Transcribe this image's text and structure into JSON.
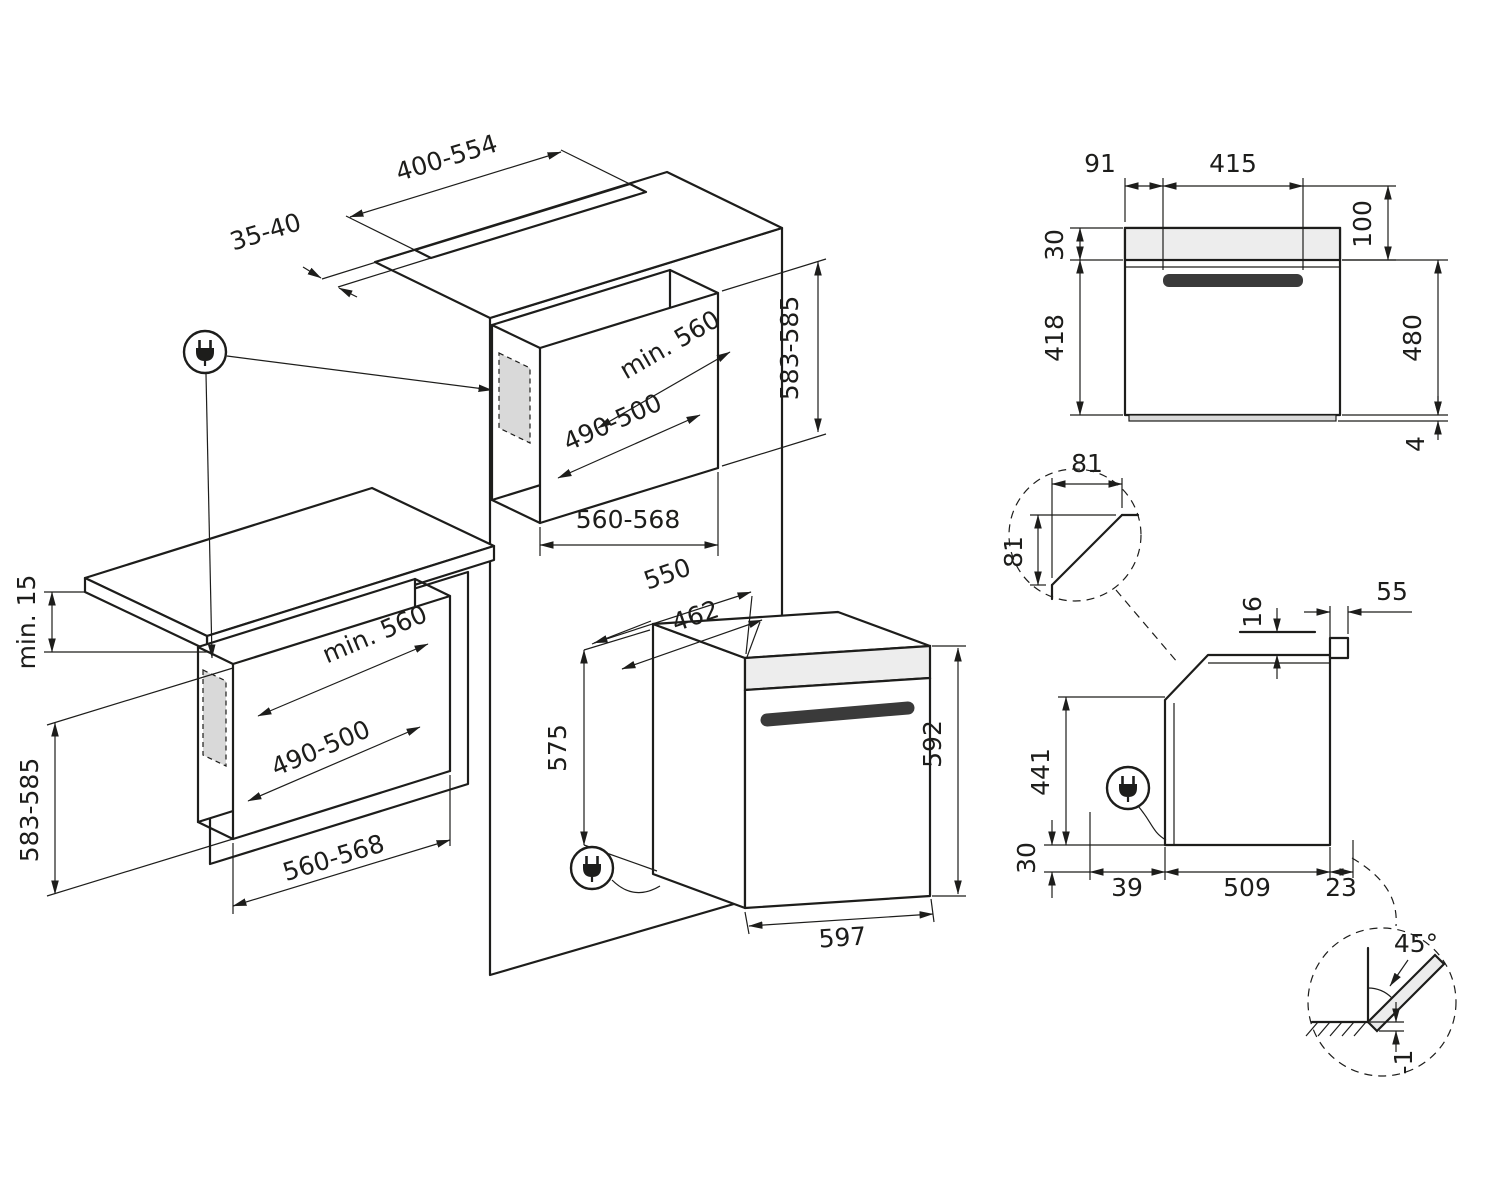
{
  "diagram": {
    "type": "appliance installation drawing",
    "subject": "Built-in oven: niche cutout and appliance dimensions (mm)"
  },
  "colors": {
    "line": "#1d1d1b",
    "shaded_connection_area": "#d9d9d9",
    "control_panel": "#ededed",
    "handle": "#3a3a3a",
    "background": "#ffffff"
  },
  "icons": {
    "power_plug": "plug-in-circle"
  },
  "views": {
    "iso_cabinets": {
      "dims": {
        "top_vent_width": "400-554",
        "top_vent_depth": "35-40",
        "tall_niche_depth": "min. 560",
        "tall_niche_floor": "490-500",
        "tall_niche_width": "560-568",
        "tall_niche_height": "583-585",
        "counter_gap": "min. 15",
        "base_niche_height": "583-585",
        "base_niche_depth": "min. 560",
        "base_niche_floor": "490-500",
        "base_niche_width": "560-568"
      }
    },
    "iso_oven": {
      "dims": {
        "depth_total": "550",
        "depth_body": "462",
        "height_body": "575",
        "height_front": "592",
        "width_front": "597"
      }
    },
    "front": {
      "dims": {
        "handle_offset": "91",
        "handle_width": "415",
        "top_to_handle": "100",
        "panel_height": "30",
        "door_height": "418",
        "front_height": "480",
        "feet": "4"
      }
    },
    "corner_detail": {
      "dims": {
        "chamfer_w": "81",
        "chamfer_h": "81"
      }
    },
    "side": {
      "dims": {
        "top_gap": "16",
        "rear_clearance": "55",
        "plug_height": "441",
        "bottom_clearance": "30",
        "front_clearance": "39",
        "body_depth": "509",
        "rear_gap": "23"
      }
    },
    "angle_detail": {
      "dims": {
        "door_angle": "45°",
        "floor_offset": "-1"
      }
    }
  }
}
